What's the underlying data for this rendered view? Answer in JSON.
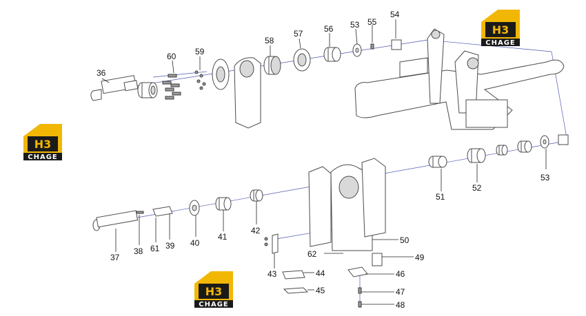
{
  "brand": {
    "logo_text": "CHAGE",
    "accent": "#f2b705",
    "dark": "#1a1a1a"
  },
  "callouts": [
    {
      "id": "c36",
      "label": "36"
    },
    {
      "id": "c60",
      "label": "60"
    },
    {
      "id": "c59",
      "label": "59"
    },
    {
      "id": "c58",
      "label": "58"
    },
    {
      "id": "c57",
      "label": "57"
    },
    {
      "id": "c56",
      "label": "56"
    },
    {
      "id": "c53a",
      "label": "53"
    },
    {
      "id": "c55",
      "label": "55"
    },
    {
      "id": "c54",
      "label": "54"
    },
    {
      "id": "c51",
      "label": "51"
    },
    {
      "id": "c52",
      "label": "52"
    },
    {
      "id": "c53b",
      "label": "53"
    },
    {
      "id": "c50",
      "label": "50"
    },
    {
      "id": "c49",
      "label": "49"
    },
    {
      "id": "c46",
      "label": "46"
    },
    {
      "id": "c47",
      "label": "47"
    },
    {
      "id": "c48",
      "label": "48"
    },
    {
      "id": "c44",
      "label": "44"
    },
    {
      "id": "c45",
      "label": "45"
    },
    {
      "id": "c43",
      "label": "43"
    },
    {
      "id": "c62",
      "label": "62"
    },
    {
      "id": "c42",
      "label": "42"
    },
    {
      "id": "c41",
      "label": "41"
    },
    {
      "id": "c40",
      "label": "40"
    },
    {
      "id": "c39",
      "label": "39"
    },
    {
      "id": "c61",
      "label": "61"
    },
    {
      "id": "c38",
      "label": "38"
    },
    {
      "id": "c37",
      "label": "37"
    }
  ]
}
